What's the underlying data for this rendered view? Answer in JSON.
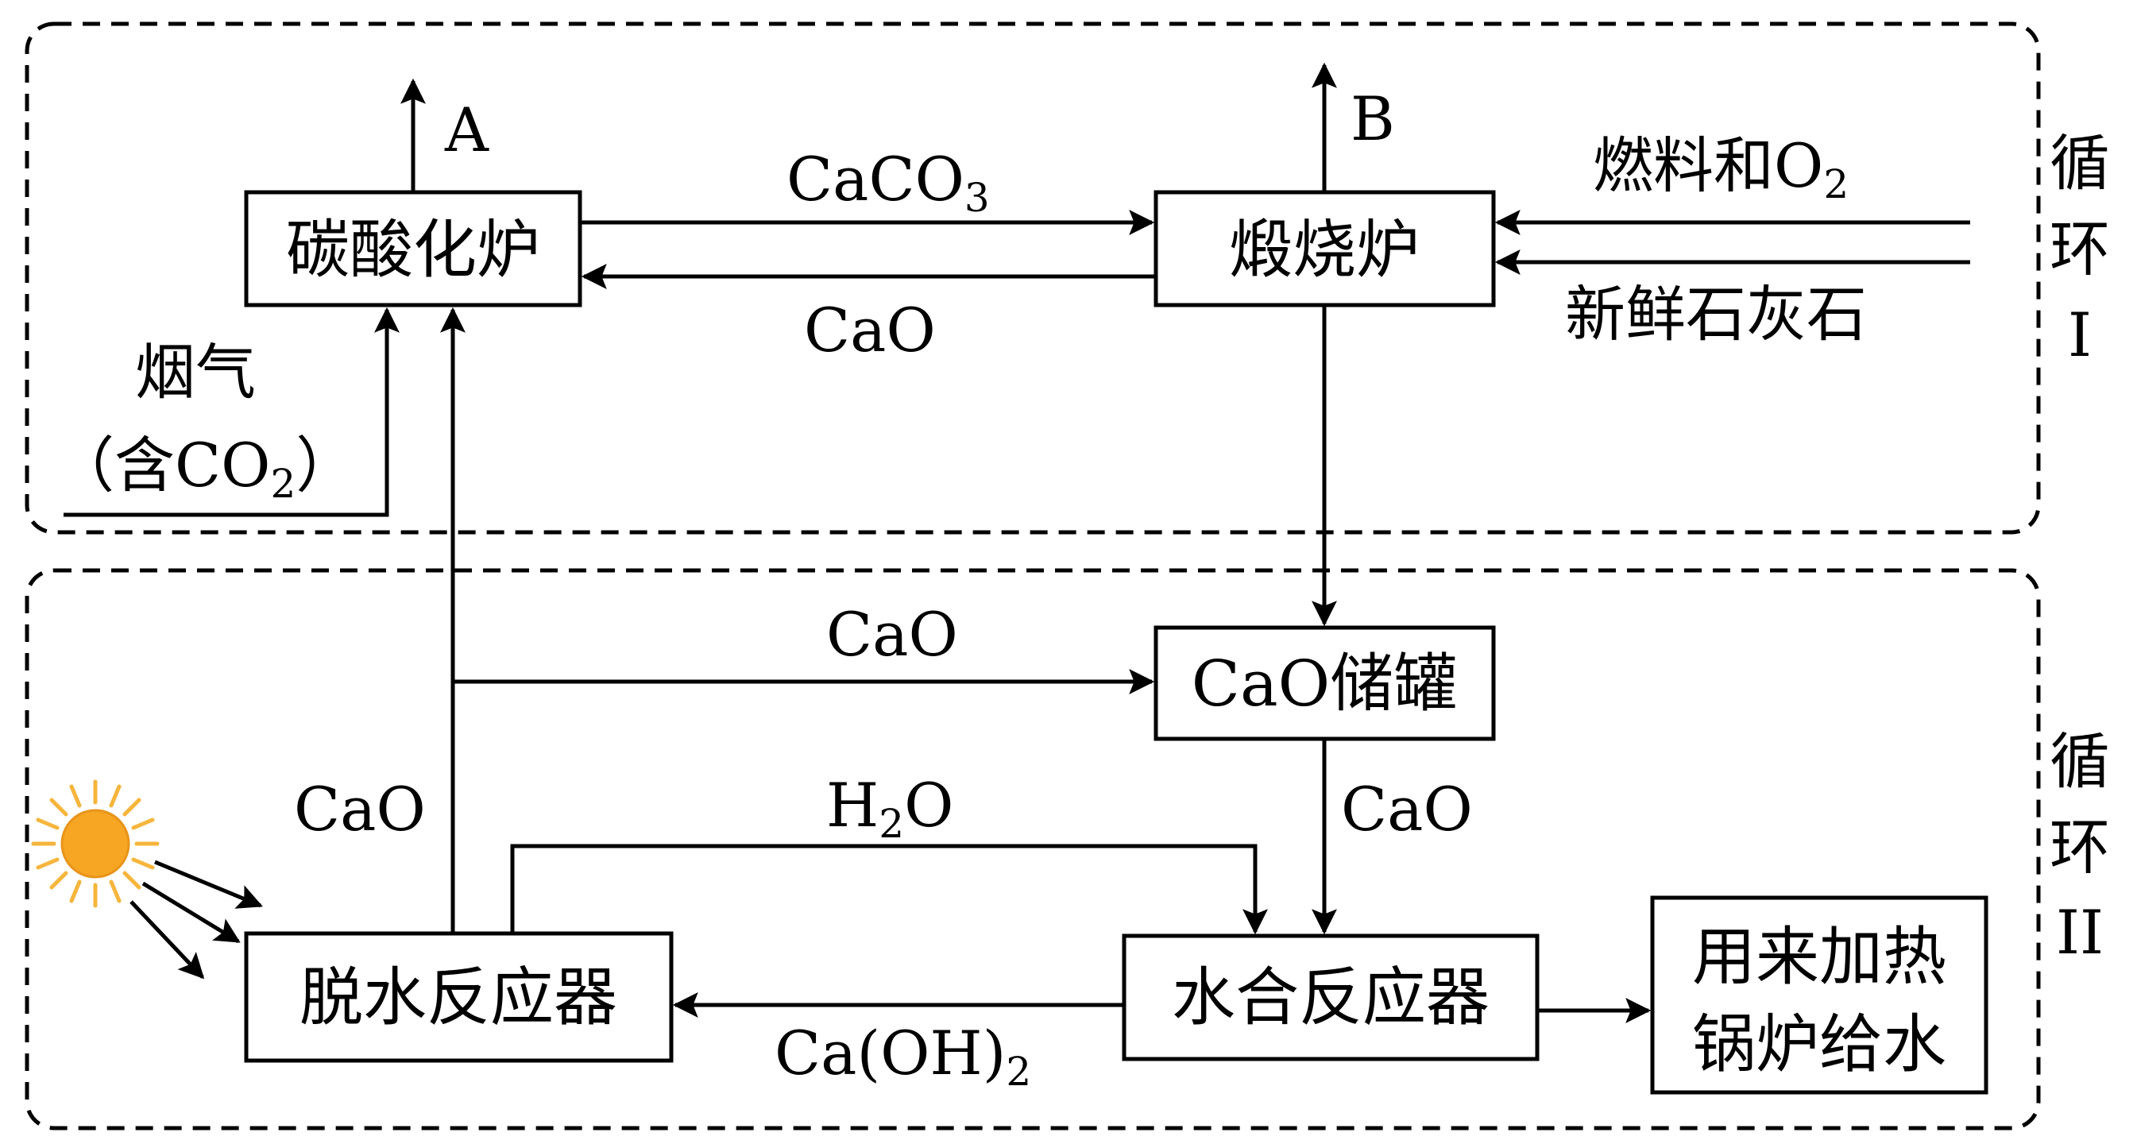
{
  "regions": {
    "cycle1": {
      "label_chars": [
        "循",
        "环",
        "I"
      ]
    },
    "cycle2": {
      "label_chars": [
        "循",
        "环",
        "II"
      ]
    }
  },
  "boxes": {
    "carbonation": "碳酸化炉",
    "calciner": "煅烧炉",
    "storage": "CaO储罐",
    "dehydration": "脱水反应器",
    "hydration": "水合反应器",
    "boiler": {
      "line1": "用来加热",
      "line2": "锅炉给水"
    }
  },
  "labels": {
    "outlet_a": "A",
    "outlet_b": "B",
    "caco3": {
      "main": "CaCO",
      "sub": "3"
    },
    "cao_return": "CaO",
    "fuel_o2": {
      "main": "燃料和O",
      "sub": "2"
    },
    "limestone": "新鲜石灰石",
    "flue_gas": {
      "line1": "烟气",
      "line2_main": "（含CO",
      "line2_sub": "2",
      "line2_end": "）"
    },
    "cao_to_storage": "CaO",
    "cao_up": "CaO",
    "cao_down": "CaO",
    "h2o": {
      "pre": "H",
      "sub": "2",
      "post": "O"
    },
    "caoh2": {
      "main": "Ca(OH)",
      "sub": "2"
    }
  },
  "colors": {
    "sun_fill": "#f6a623",
    "sun_rays": "#f6b53c",
    "line": "#000000"
  }
}
